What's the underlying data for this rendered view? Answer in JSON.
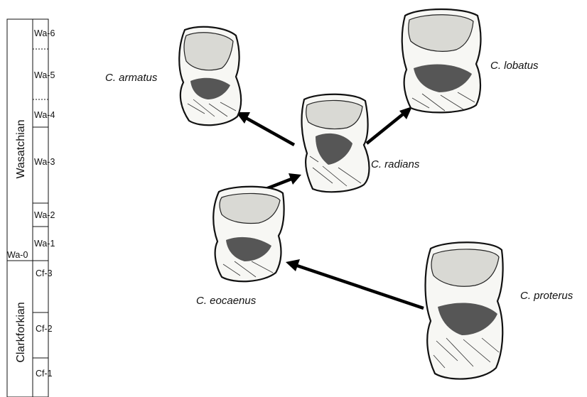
{
  "timescale": {
    "eras": [
      {
        "name": "Wasatchian"
      },
      {
        "name": "Clarkforkian"
      }
    ],
    "zones": [
      {
        "label": "Wa-6"
      },
      {
        "label": "Wa-5"
      },
      {
        "label": "Wa-4"
      },
      {
        "label": "Wa-3"
      },
      {
        "label": "Wa-2"
      },
      {
        "label": "Wa-1"
      },
      {
        "label": "Wa-0"
      },
      {
        "label": "Cf-3"
      },
      {
        "label": "Cf-2"
      },
      {
        "label": "Cf-1"
      }
    ]
  },
  "species": {
    "armatus": "C. armatus",
    "radians": "C. radians",
    "lobatus": "C. lobatus",
    "eocaenus": "C. eocaenus",
    "proterus": "C. proterus"
  }
}
